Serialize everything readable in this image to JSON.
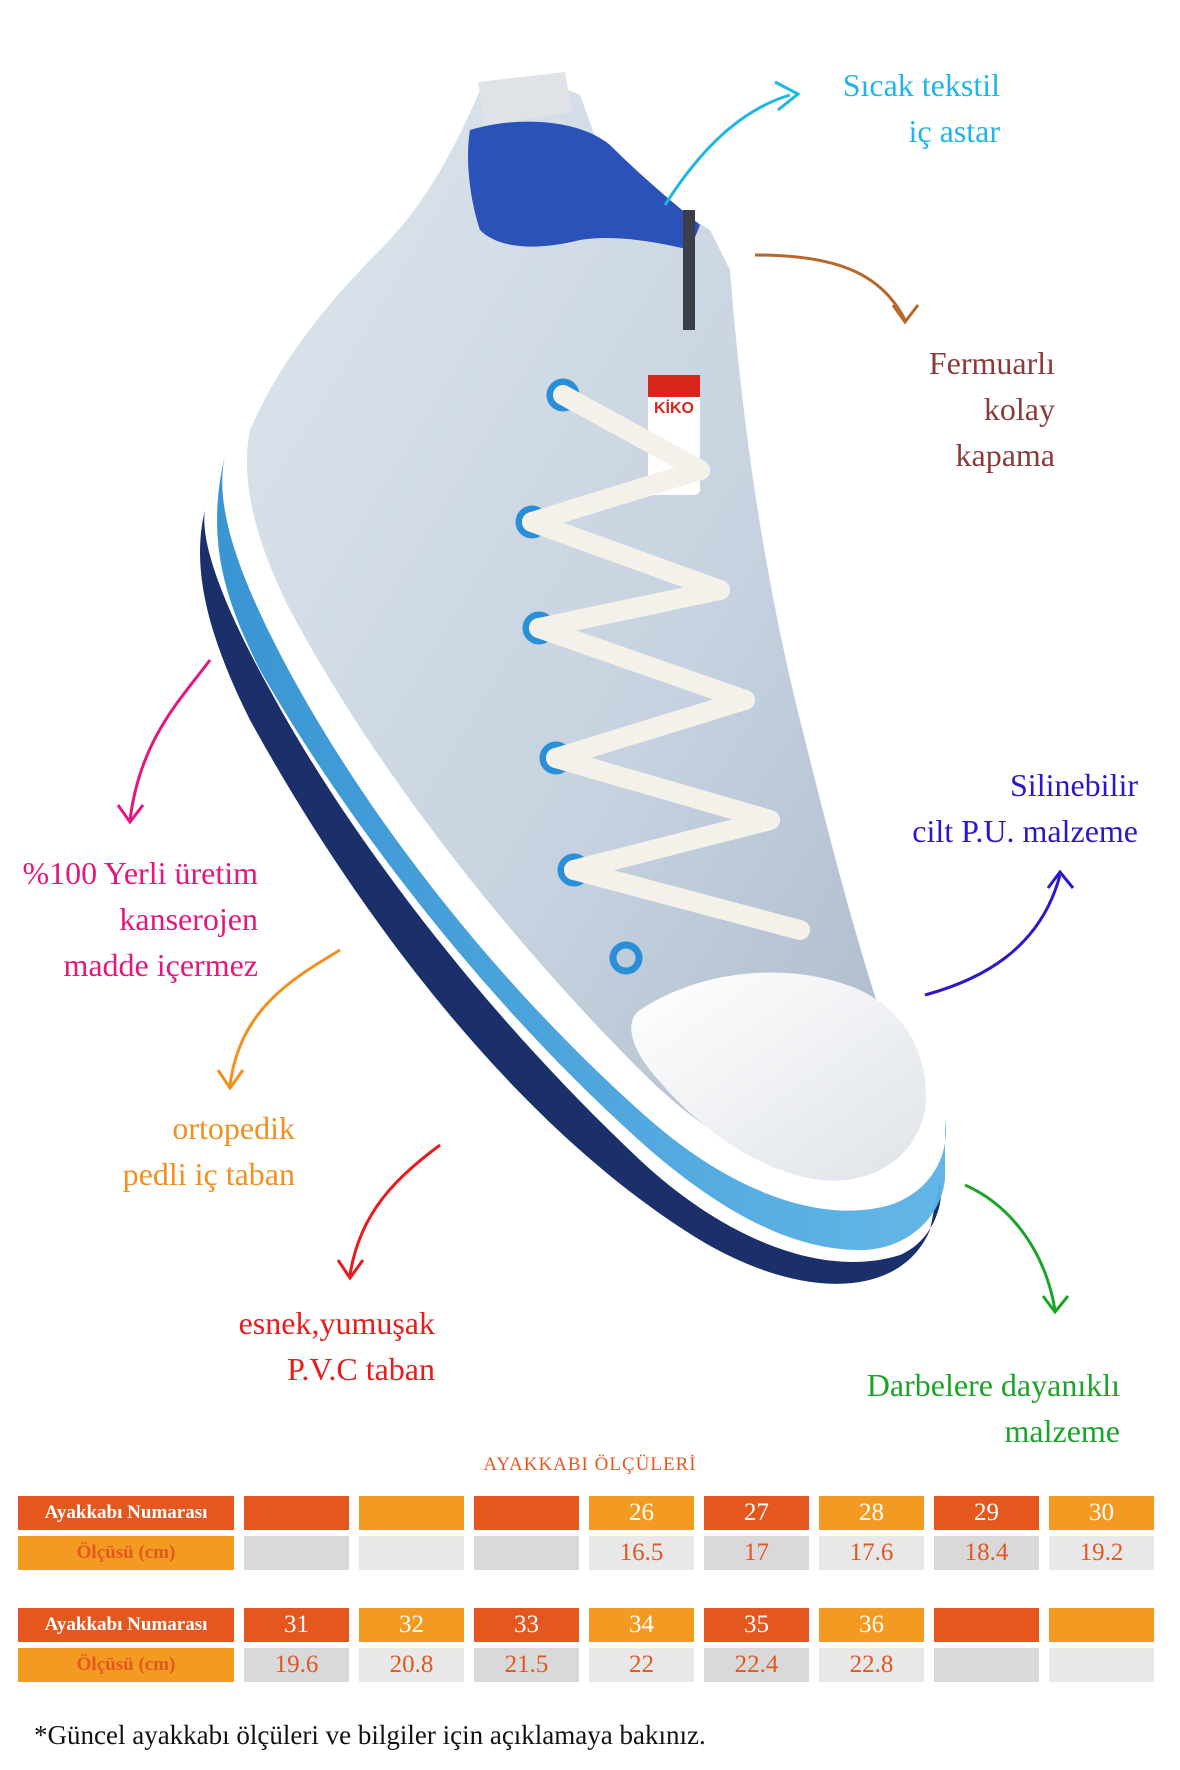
{
  "callouts": {
    "lining": {
      "lines": [
        "Sıcak tekstil",
        "iç astar"
      ],
      "color": "#1fb6e6"
    },
    "zipper": {
      "lines": [
        "Fermuarlı",
        "kolay",
        "kapama"
      ],
      "color": "#8a3a3a"
    },
    "local": {
      "lines": [
        "%100 Yerli üretim",
        "kanserojen",
        "madde içermez"
      ],
      "color": "#e5177e"
    },
    "material": {
      "lines": [
        "Silinebilir",
        "cilt P.U. malzeme"
      ],
      "color": "#2a18c9"
    },
    "insole": {
      "lines": [
        "ortopedik",
        "pedli iç taban"
      ],
      "color": "#f0901e"
    },
    "sole": {
      "lines": [
        "esnek,yumuşak",
        "P.V.C taban"
      ],
      "color": "#e81c1c"
    },
    "impact": {
      "lines": [
        "Darbelere dayanıklı",
        "malzeme"
      ],
      "color": "#1aa528"
    }
  },
  "logo_text": "KİKO",
  "size_chart": {
    "title": "AYAKKABI ÖLÇÜLERİ",
    "row_number_label": "Ayakkabı Numarası",
    "row_measure_label": "Ölçüsü (cm)",
    "block1": {
      "numbers": [
        "",
        "",
        "",
        "26",
        "27",
        "28",
        "29",
        "30"
      ],
      "measures": [
        "",
        "",
        "",
        "16.5",
        "17",
        "17.6",
        "18.4",
        "19.2"
      ]
    },
    "block2": {
      "numbers": [
        "31",
        "32",
        "33",
        "34",
        "35",
        "36",
        "",
        ""
      ],
      "measures": [
        "19.6",
        "20.8",
        "21.5",
        "22",
        "22.4",
        "22.8",
        "",
        ""
      ]
    }
  },
  "footnote": "*Güncel ayakkabı ölçüleri ve bilgiler için açıklamaya bakınız.",
  "colors": {
    "orange_dark": "#e4571f",
    "orange_light": "#f39a22",
    "shoe_upper": "#c9d4e0",
    "sole_blue": "#3aa1dd",
    "sole_navy": "#1b2f6b"
  }
}
